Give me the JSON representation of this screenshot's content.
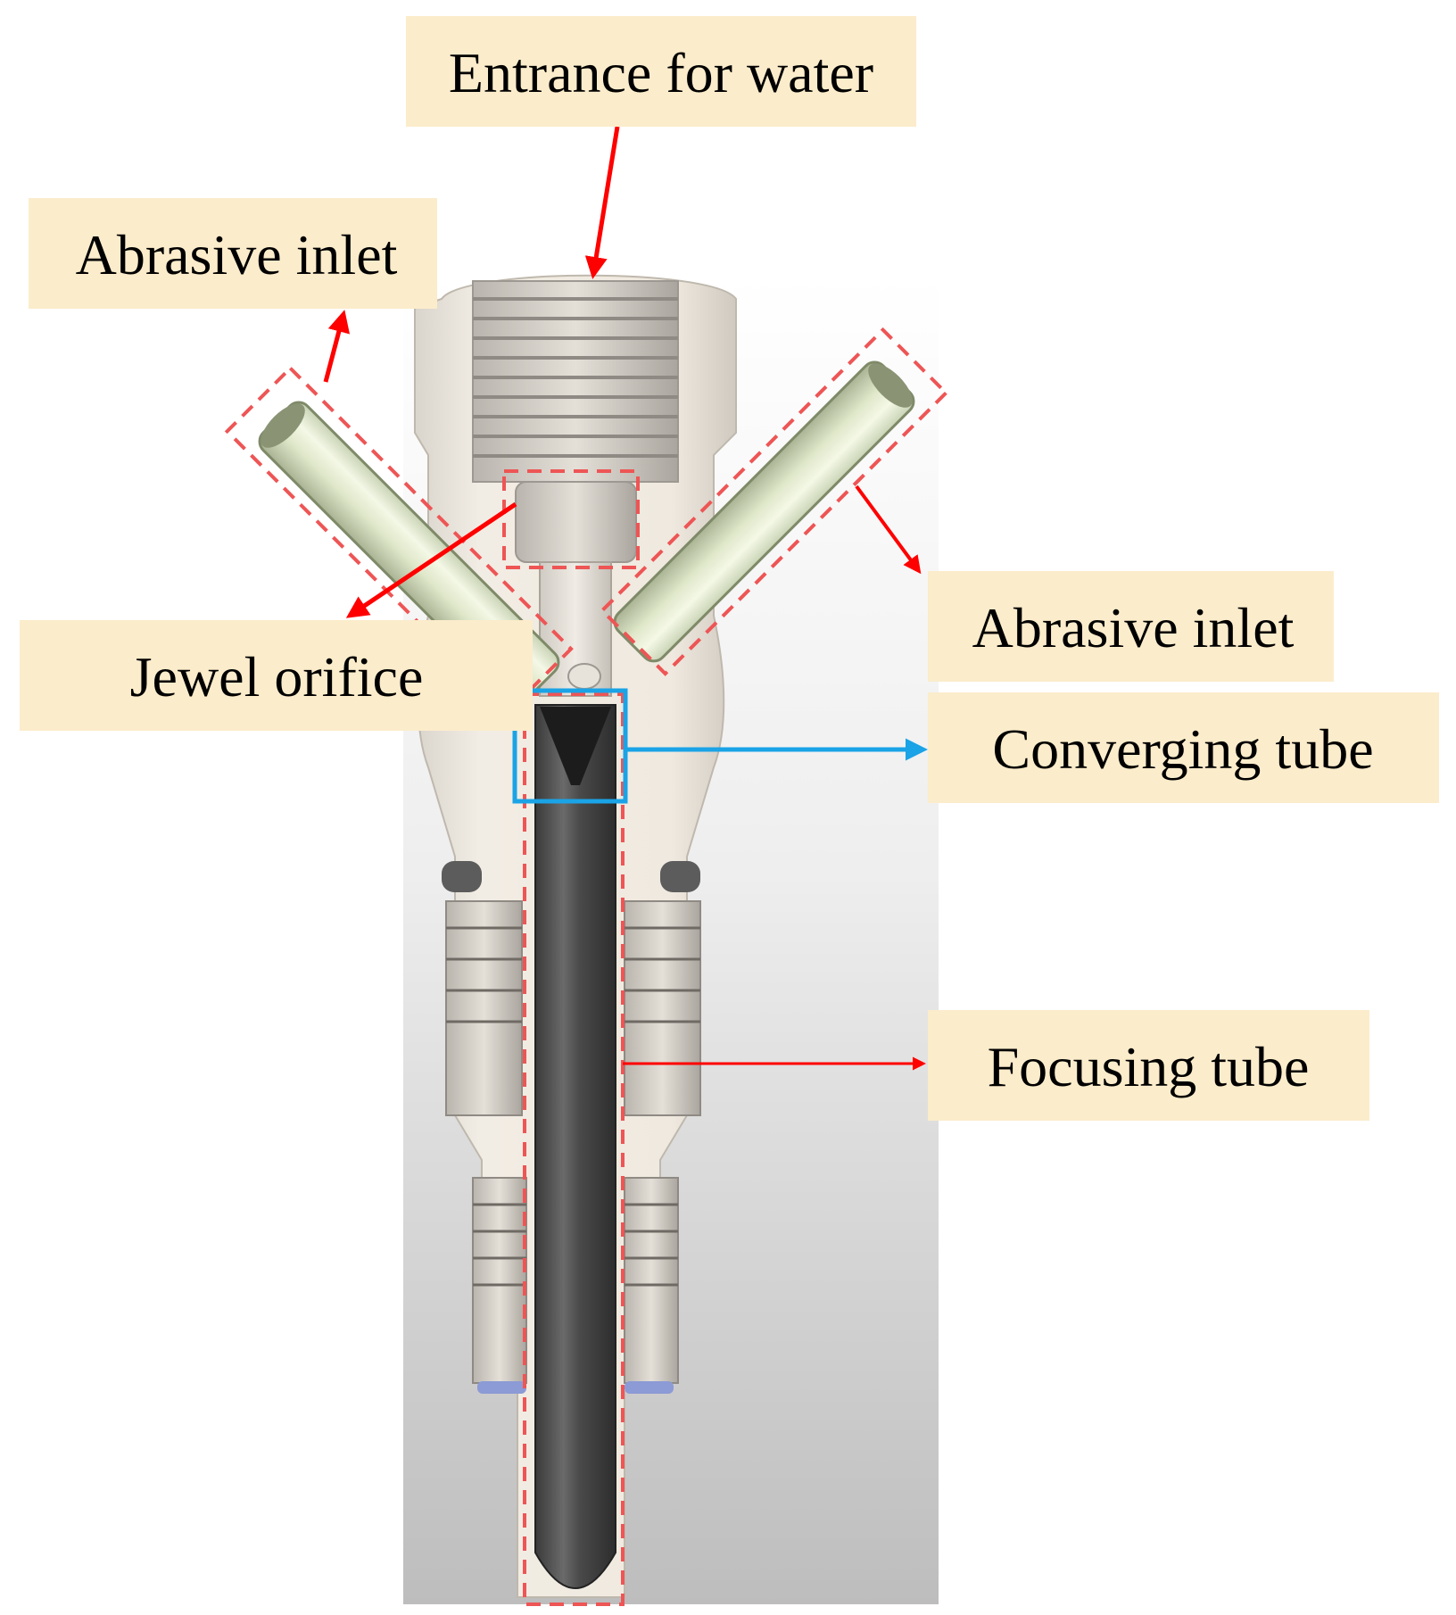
{
  "labels": {
    "entrance": "Entrance for water",
    "abrasive_left": "Abrasive inlet",
    "abrasive_right": "Abrasive inlet",
    "jewel": "Jewel orifice",
    "converging": "Converging tube",
    "focusing": "Focusing tube"
  },
  "colors": {
    "label_background": "#fbeccb",
    "arrow_red": "#ff0000",
    "highlight_blue": "#1aa3e6",
    "dashed_outline": "#ee5555"
  }
}
